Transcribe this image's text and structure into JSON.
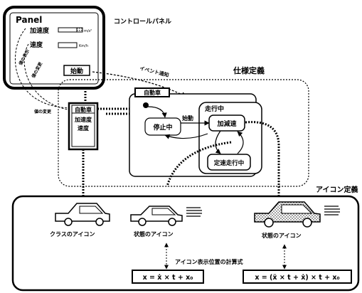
{
  "control_panel": {
    "section_label": "コントロールパネル",
    "window_title": "Panel",
    "accel_label": "加速度",
    "accel_unit": "m/s²",
    "speed_label": "速度",
    "speed_unit": "Km/h",
    "start_button": "始動"
  },
  "annotations": {
    "event_notify": "イベント通知",
    "value_display": "値の表示",
    "value_change_top": "値の変更",
    "value_change_mid": "値の変更"
  },
  "spec": {
    "title": "仕様定義",
    "car_tab": "自動車",
    "class_box": {
      "title": "自動車",
      "attr1": "加速度",
      "attr2": "速度"
    },
    "states": {
      "stopped": "停止中",
      "running": "走行中",
      "accelerating": "加減速",
      "cruising": "定速走行中"
    },
    "start_event": "始動"
  },
  "icon_def": {
    "title": "アイコン定義",
    "class_icon_label": "クラスのアイコン",
    "state_icon_label_1": "状態のアイコン",
    "state_icon_label_2": "状態のアイコン",
    "formula_title": "アイコン表示位置の計算式",
    "formula_1": "x = ẋ × t + x₀",
    "formula_2": "x = (ẍ × t + ẋ) × t + x₀"
  }
}
